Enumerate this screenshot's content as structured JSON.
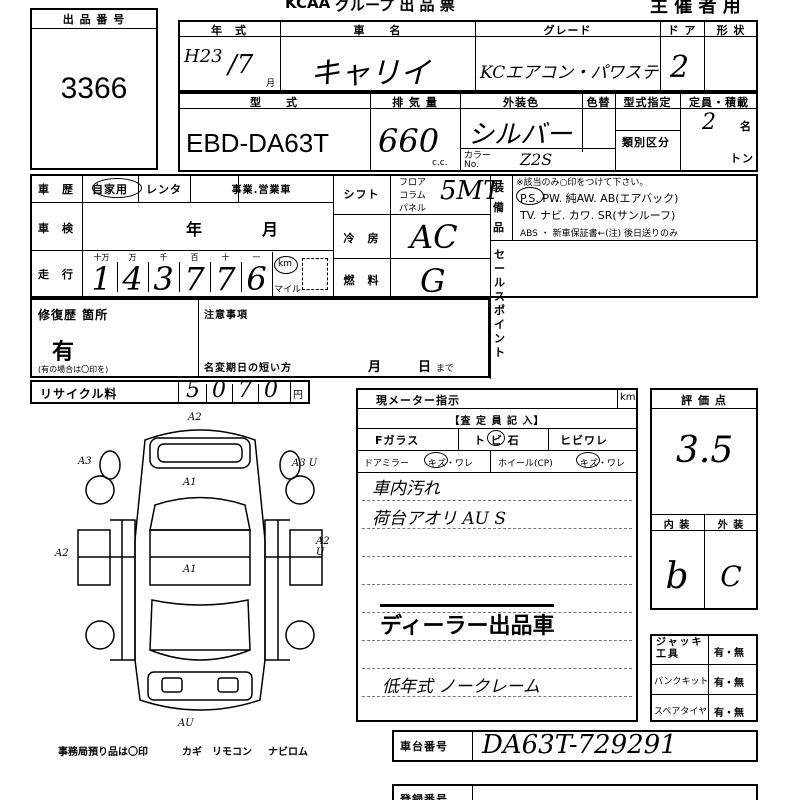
{
  "header": {
    "org": "KCAA",
    "title_rest": "グループ 出 品 票",
    "sponsor": "主 催 者 用"
  },
  "lot": {
    "label": "出 品 番 号",
    "number": "3366"
  },
  "year": {
    "label": "年　式",
    "era": "H23",
    "value": "/7",
    "unit": "月"
  },
  "car_name": {
    "label": "車　　名",
    "value": "キャリイ"
  },
  "grade": {
    "label": "グレード",
    "value": "KCエアコン・パワステ"
  },
  "doors": {
    "label": "ド ア",
    "value": "2"
  },
  "shape": {
    "label": "形 状"
  },
  "model": {
    "label": "型　　式",
    "value": "EBD-DA63T"
  },
  "displacement": {
    "label": "排 気 量",
    "value": "660",
    "unit": "c.c."
  },
  "exterior": {
    "label": "外装色",
    "value": "シルバー",
    "color_label": "カラー No.",
    "color_no": "Z2S"
  },
  "color_change": {
    "label": "色替"
  },
  "designation": {
    "label": "型式指定",
    "category_label": "類別区分"
  },
  "capacity": {
    "label": "定員・積載",
    "persons": "2",
    "persons_unit": "名",
    "ton_unit": "トン"
  },
  "history": {
    "label": "車　歴",
    "options": [
      "自家用",
      "レンタ",
      "事業.営業車"
    ]
  },
  "shift": {
    "label": "シフト",
    "options": [
      "フロア",
      "コラム",
      "パネル"
    ],
    "value": "5MT"
  },
  "inspection": {
    "label": "車　検",
    "year_unit": "年",
    "month_unit": "月"
  },
  "ac": {
    "label": "冷　房",
    "value": "AC"
  },
  "mileage": {
    "label": "走　行",
    "digit_units": [
      "十万",
      "万",
      "千",
      "百",
      "十",
      "一"
    ],
    "digits": [
      "1",
      "4",
      "3",
      "7",
      "7",
      "6"
    ],
    "km": "km",
    "mile": "マイル"
  },
  "fuel": {
    "label": "燃　料",
    "value": "G"
  },
  "equipment": {
    "label": "装 備 品",
    "note": "※該当のみ○印をつけて下さい。",
    "line1": "P.S.  PW.  純AW.  AB(エアバック)",
    "line2": "TV.  ナビ.  カワ.  SR(サンルーフ)",
    "line3": "ABS ・ 新車保証書←(注) 後日送りのみ"
  },
  "sales_point": {
    "label": "セールスポイント"
  },
  "repair": {
    "label": "修復歴 箇所",
    "value": "有",
    "note": "(有の場合は〇印を)"
  },
  "notes": {
    "label": "注意事項",
    "name_change": "名変期日の短い方",
    "month": "月",
    "day": "日",
    "made": "まで"
  },
  "recycle": {
    "label": "リサイクル料",
    "digits": [
      "5",
      "0",
      "7",
      "0"
    ],
    "unit": "円"
  },
  "meter": {
    "label": "現メーター指示",
    "unit": "km"
  },
  "inspector": {
    "title": "【査 定 員 記 入】",
    "f_glass": "Fガラス",
    "crack": "ト ビ 石",
    "hibi": "ヒビワレ",
    "mirror": "ドアミラー",
    "mirror_opts": "キズ・ワレ",
    "wheel": "ホイール(CP)",
    "wheel_opts": "キズ・ワレ",
    "comments": [
      "車内汚れ",
      "荷台アオリ AU S",
      "",
      "",
      "",
      "",
      "低年式 ノークレーム"
    ],
    "stamp": "ディーラー出品車"
  },
  "score": {
    "label": "評 価 点",
    "value": "3.5"
  },
  "interior": {
    "label": "内 装",
    "value": "b"
  },
  "exterior_grade": {
    "label": "外 装",
    "value": "C"
  },
  "tools": [
    {
      "label": "ジャッキ 工具",
      "value": "有・無"
    },
    {
      "label": "パンクキット",
      "value": "有・無"
    },
    {
      "label": "スペアタイヤ",
      "value": "有・無"
    }
  ],
  "chassis": {
    "label": "車台番号",
    "value": "DA63T-729291"
  },
  "registration": {
    "label": "登録番号"
  },
  "map": {
    "marks": [
      "A2",
      "A3",
      "A3 U",
      "A1",
      "A1",
      "A2",
      "A2 U",
      "AU"
    ]
  },
  "office_items": {
    "label": "事務局預り品は〇印",
    "items": [
      "カギ",
      "リモコン",
      "ナビロム"
    ]
  }
}
